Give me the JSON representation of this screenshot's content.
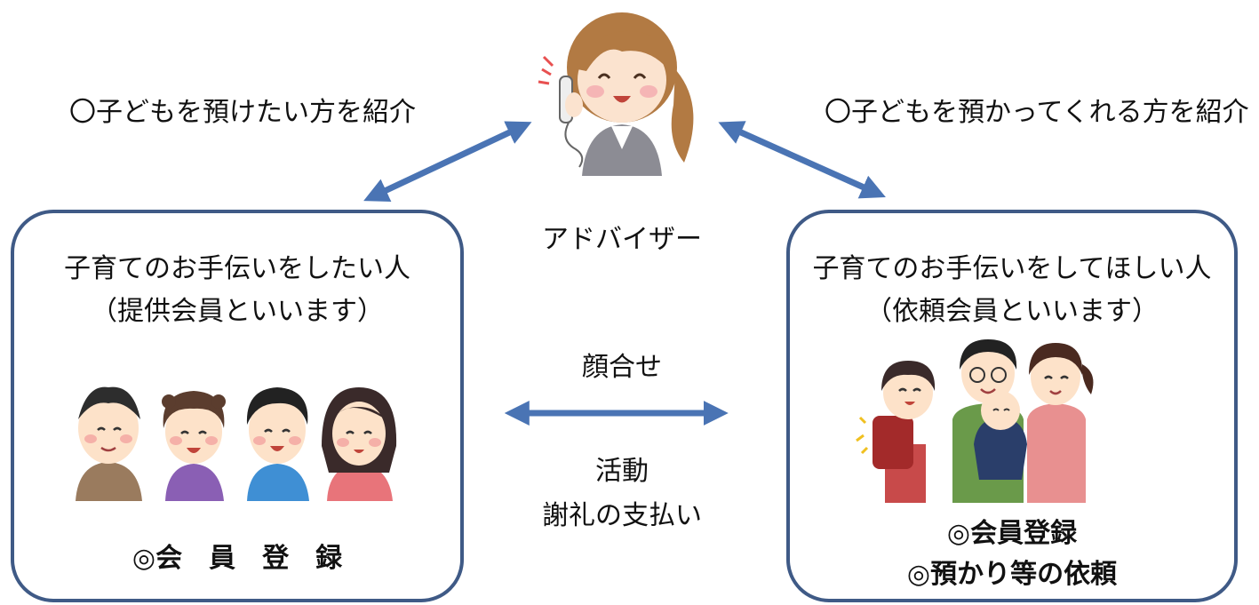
{
  "top_left_label": "〇子どもを預けたい方を紹介",
  "top_right_label": "〇子どもを預かってくれる方を紹介",
  "advisor_label": "アドバイザー",
  "center": {
    "label_top": "顔合せ",
    "label_bottom_1": "活動",
    "label_bottom_2": "謝礼の支払い"
  },
  "provider_box": {
    "title": "子育てのお手伝いをしたい人",
    "subtitle": "（提供会員といいます）",
    "action": "◎会　員　登　録"
  },
  "requester_box": {
    "title": "子育てのお手伝いをしてほしい人",
    "subtitle": "（依頼会員といいます）",
    "action_1": "◎会員登録",
    "action_2": "◎預かり等の依頼"
  },
  "colors": {
    "box_border": "#3f5a86",
    "arrow": "#4a74b4"
  }
}
